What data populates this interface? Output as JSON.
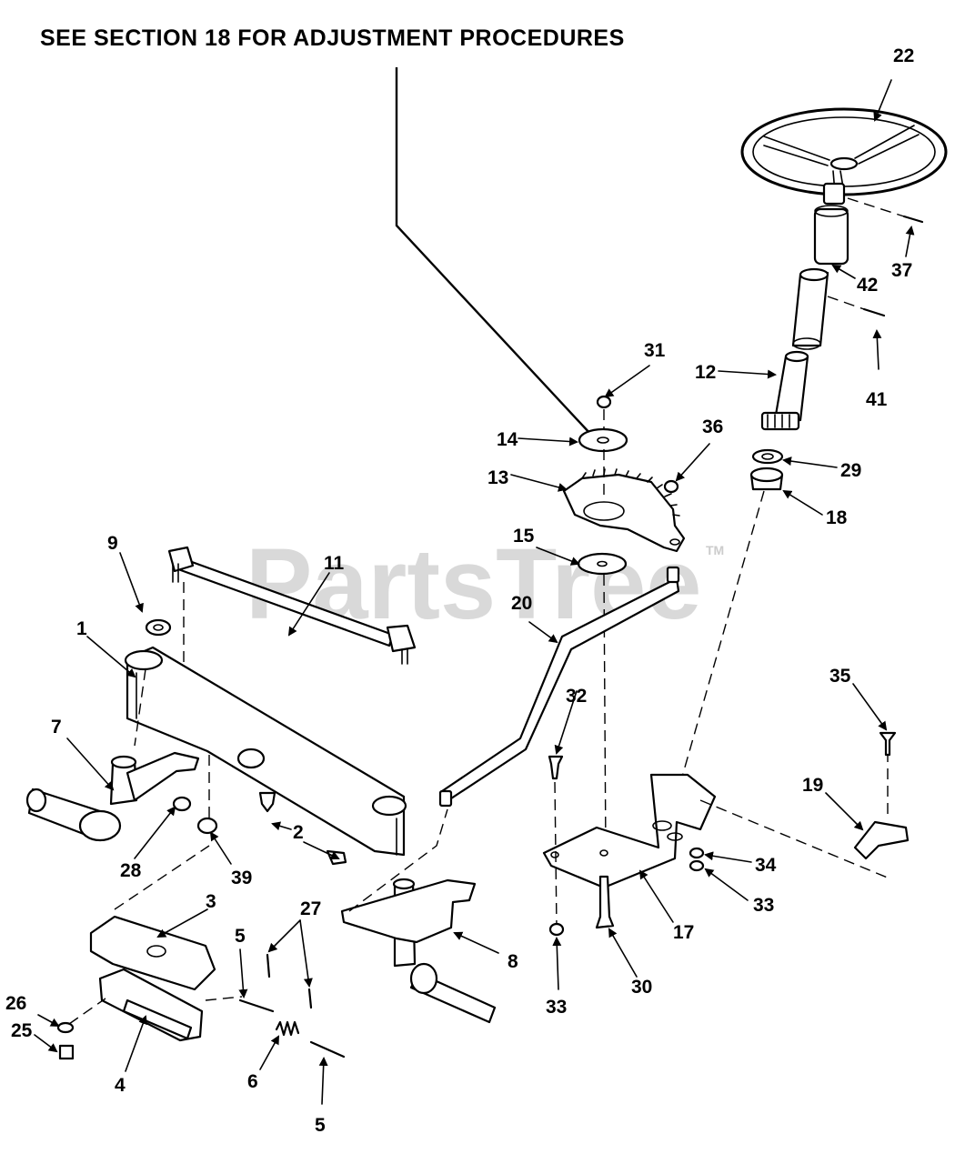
{
  "header": {
    "note": "SEE SECTION 18 FOR ADJUSTMENT PROCEDURES"
  },
  "watermark": {
    "text": "PartsTree",
    "trademark": "TM",
    "color": "#d9d9d9"
  },
  "callouts": {
    "c1": "1",
    "c2": "2",
    "c3": "3",
    "c4": "4",
    "c5a": "5",
    "c5b": "5",
    "c6": "6",
    "c7": "7",
    "c8": "8",
    "c9": "9",
    "c11": "11",
    "c12": "12",
    "c13": "13",
    "c14": "14",
    "c15": "15",
    "c17": "17",
    "c18": "18",
    "c19": "19",
    "c20": "20",
    "c22": "22",
    "c25": "25",
    "c26": "26",
    "c27": "27",
    "c28": "28",
    "c29": "29",
    "c30": "30",
    "c31": "31",
    "c32": "32",
    "c33a": "33",
    "c33b": "33",
    "c34": "34",
    "c35": "35",
    "c36": "36",
    "c37": "37",
    "c39": "39",
    "c41": "41",
    "c42": "42"
  }
}
